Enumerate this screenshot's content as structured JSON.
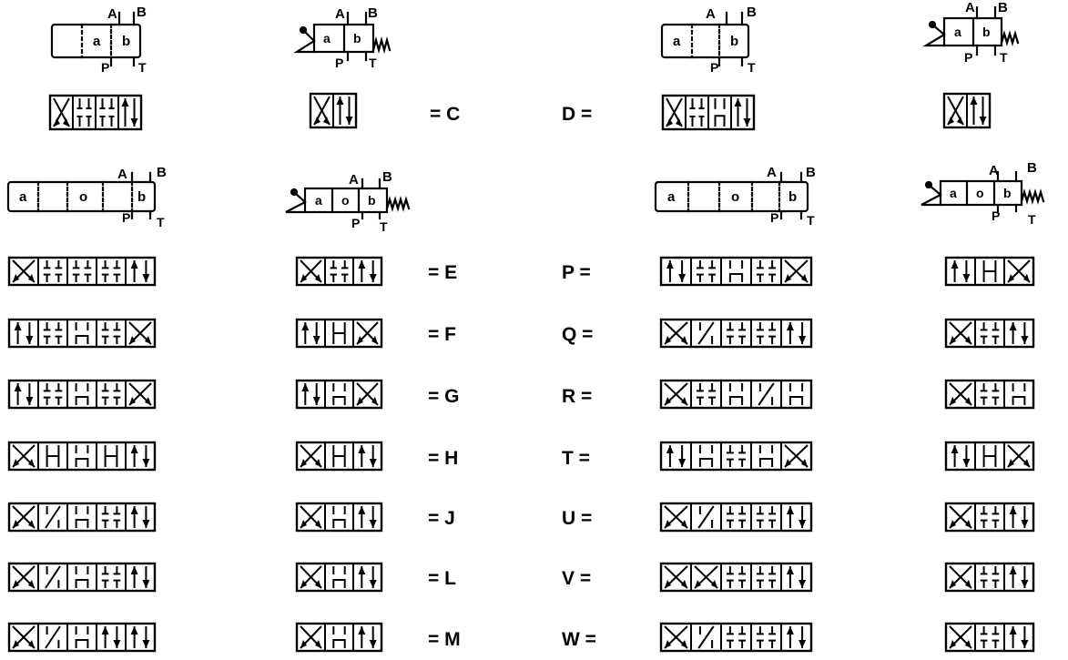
{
  "header_a": {
    "port_a": "A",
    "port_b": "B",
    "port_p": "P",
    "port_t": "T",
    "box_left": "a",
    "box_right": "b"
  },
  "header_b": {
    "port_a": "A",
    "port_b": "B",
    "port_p": "P",
    "port_t": "T",
    "box_left": "a",
    "box_mid": "o",
    "box_right": "b"
  },
  "two_position": {
    "left_code": "= C",
    "right_code": "D ="
  },
  "three_position": {
    "left_codes": [
      "= E",
      "= F",
      "= G",
      "= H",
      "= J",
      "= L",
      "= M"
    ],
    "right_codes": [
      "P =",
      "Q =",
      "R =",
      "T =",
      "U =",
      "V =",
      "W ="
    ]
  }
}
